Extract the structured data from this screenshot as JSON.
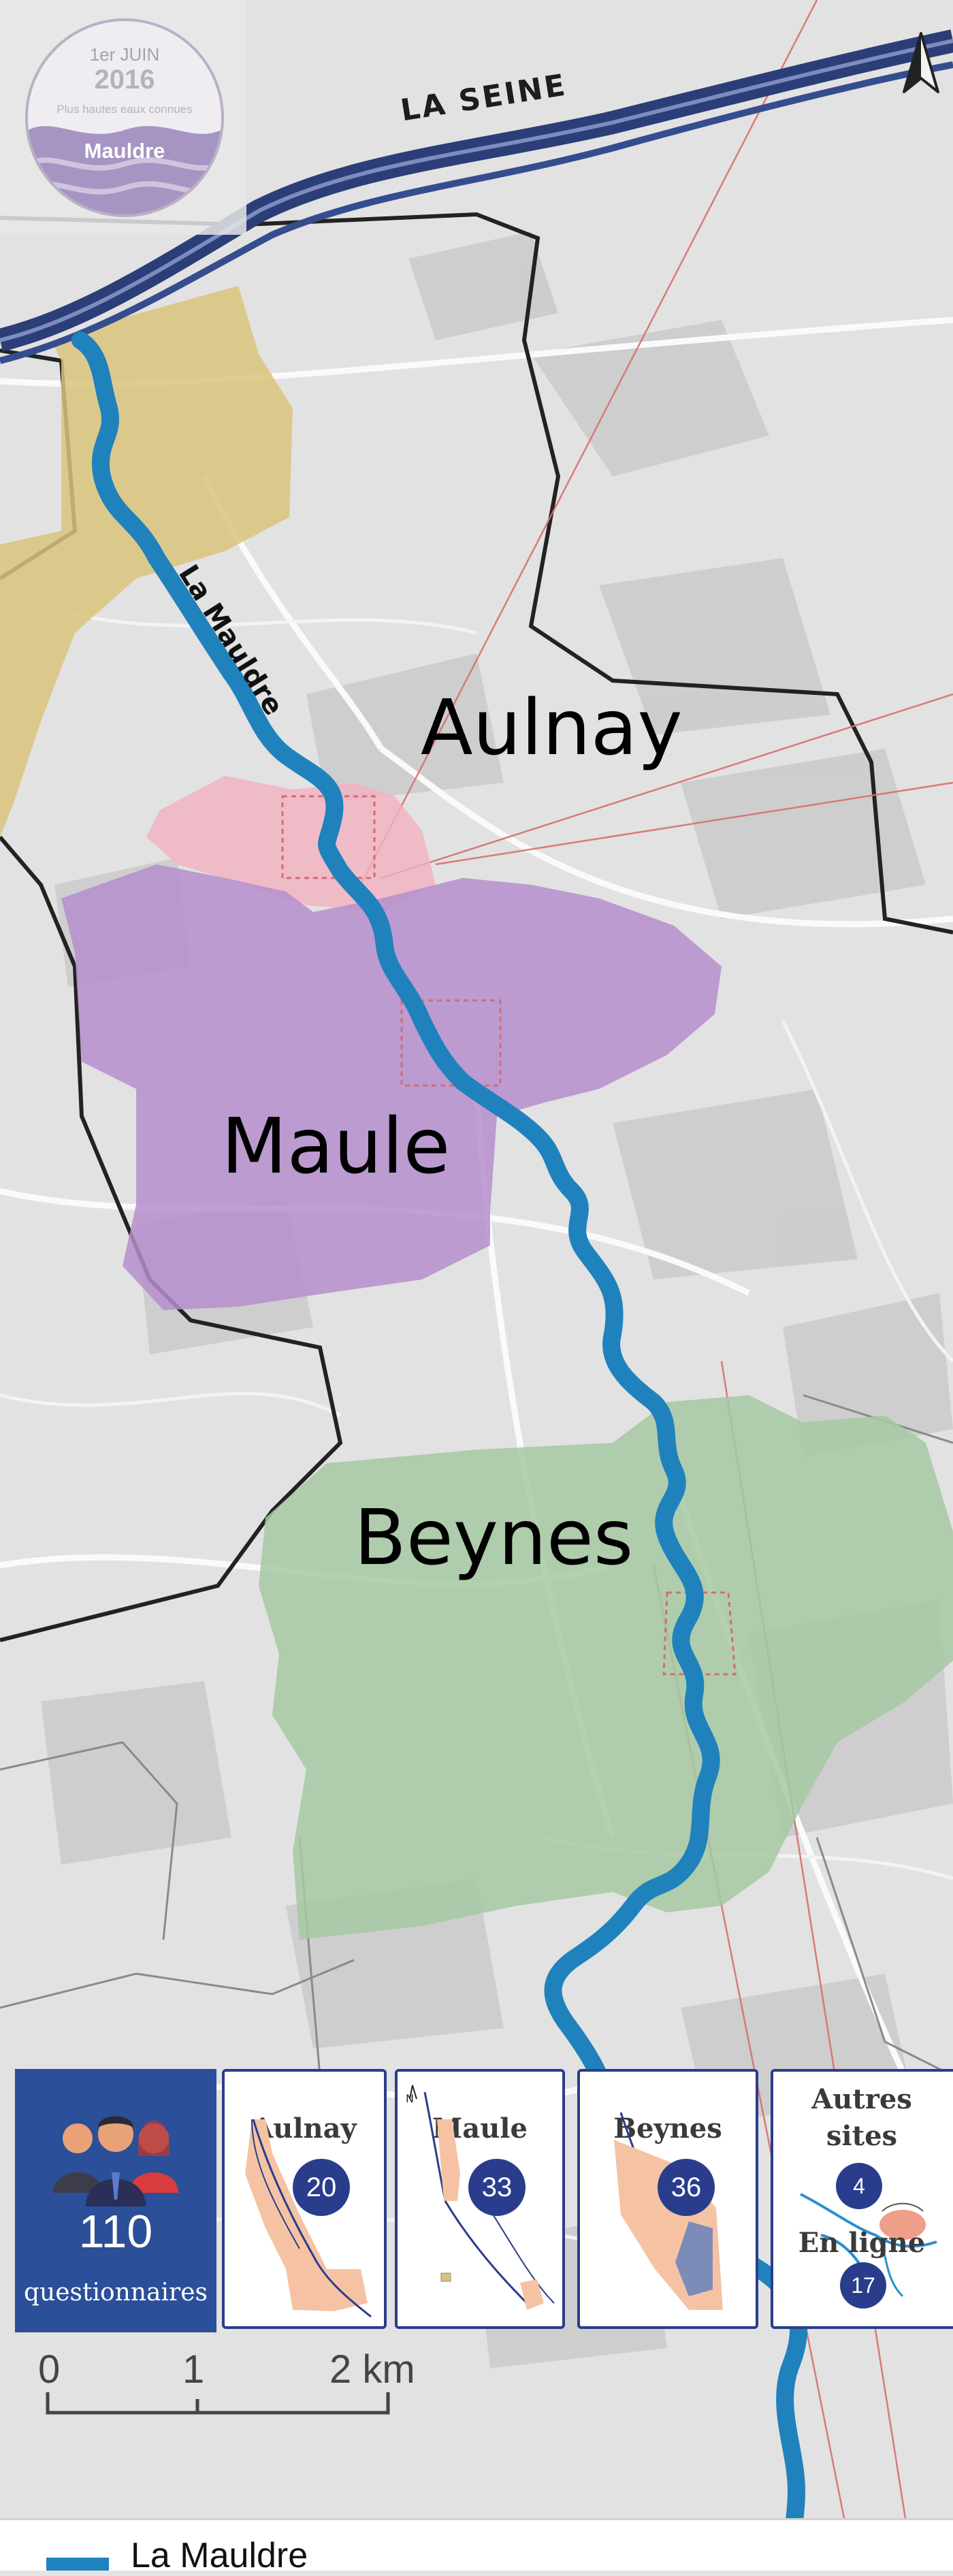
{
  "badge": {
    "date": "1er JUIN",
    "year": "2016",
    "description": "Plus hautes eaux connues",
    "river": "Mauldre"
  },
  "map": {
    "seine_label": "LA SEINE",
    "mauldre_label": "La Mauldre",
    "towns": [
      "Aulnay",
      "Maule",
      "Beynes"
    ],
    "compass_icon": "north-arrow-icon"
  },
  "colors": {
    "river": "#1f82bd",
    "seine": "#2c3e78",
    "aulnay_zone": "#f3b2c0",
    "maule_zone": "#b58ecd",
    "beynes_zone": "#a6c8a2",
    "yellow_zone": "#d9c47c",
    "card_blue": "#2a3d8c",
    "card_shape": "#f5c3a3"
  },
  "stats": {
    "total": {
      "value": "110",
      "label": "questionnaires",
      "icon": "people-group-icon"
    },
    "cards": [
      {
        "name": "Aulnay",
        "count": "20"
      },
      {
        "name": "Maule",
        "count": "33"
      },
      {
        "name": "Beynes",
        "count": "36"
      }
    ],
    "other": {
      "title": "Autres sites",
      "count": "4",
      "online_label": "En ligne",
      "online_count": "17"
    }
  },
  "scale": {
    "zero": "0",
    "one": "1",
    "two": "2 km"
  },
  "legend": {
    "river_label": "La Mauldre"
  }
}
